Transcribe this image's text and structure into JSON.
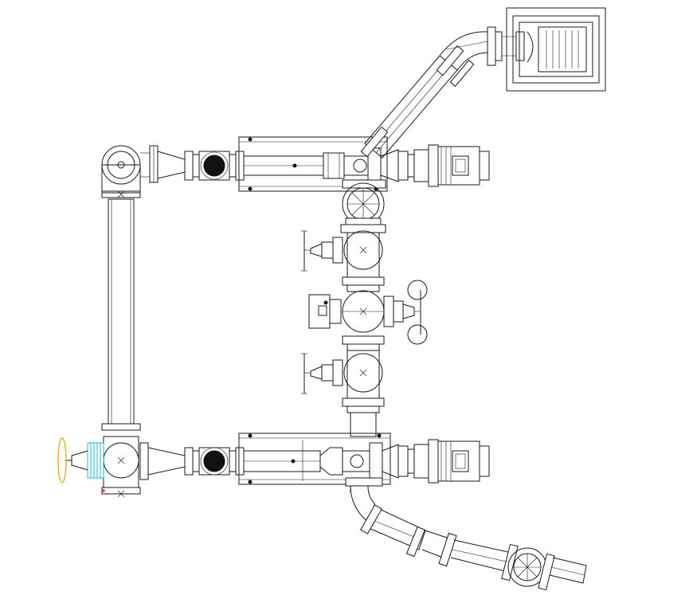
{
  "canvas": {
    "background": "#ffffff"
  },
  "colors": {
    "line": "#1a1a1a",
    "accent_valve": "#1fb7d6",
    "handwheel_highlight": "#e0b020",
    "marker": "#d04040"
  },
  "components": [
    "pump-motor-upper",
    "pump-motor-lower",
    "strainer-upper",
    "strainer-lower",
    "gate-valve-upper",
    "gate-valve-middle",
    "gate-valve-lower",
    "check-valve-middle",
    "butterfly-valve-upper",
    "butterfly-valve-outlet",
    "inlet-valve-highlighted",
    "radiator-grille",
    "vertical-header-pipe",
    "diagonal-riser",
    "lower-outlet-line"
  ]
}
